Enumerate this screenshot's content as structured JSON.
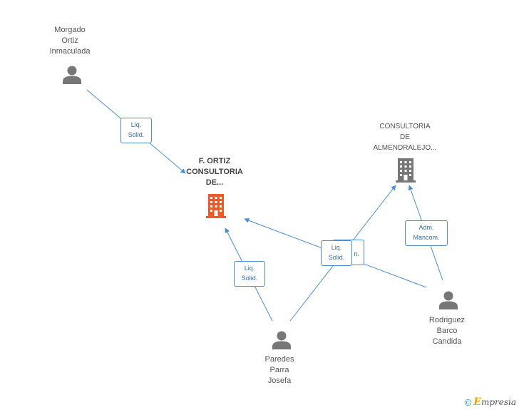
{
  "nodes": {
    "morgado": {
      "label": "Morgado\nOrtiz\nInmaculada",
      "icon": "person-icon"
    },
    "ortiz_consultoria": {
      "label": "F.  ORTIZ\nCONSULTORIA\nDE...",
      "icon": "building-icon",
      "color": "#f05a28"
    },
    "almendralejo": {
      "label": "CONSULTORIA\nDE\nALMENDRALEJO...",
      "icon": "building-icon",
      "color": "#777777"
    },
    "paredes": {
      "label": "Paredes\nParra\nJosefa",
      "icon": "person-icon"
    },
    "rodriguez": {
      "label": "Rodriguez\nBarco\nCandida",
      "icon": "person-icon"
    }
  },
  "edges": {
    "morgado_ortiz": "Liq.\nSolid.",
    "paredes_ortiz": "Liq.\nSolid.",
    "rodriguez_ortiz": "n.",
    "paredes_almendralejo": "Liq.\nSolid.",
    "rodriguez_almendralejo": "Adm.\nMancom."
  },
  "colors": {
    "edge": "#4a8fd3",
    "person": "#777777"
  },
  "brand": {
    "copyright": "©",
    "name_initial": "E",
    "name_rest": "mpresia"
  }
}
